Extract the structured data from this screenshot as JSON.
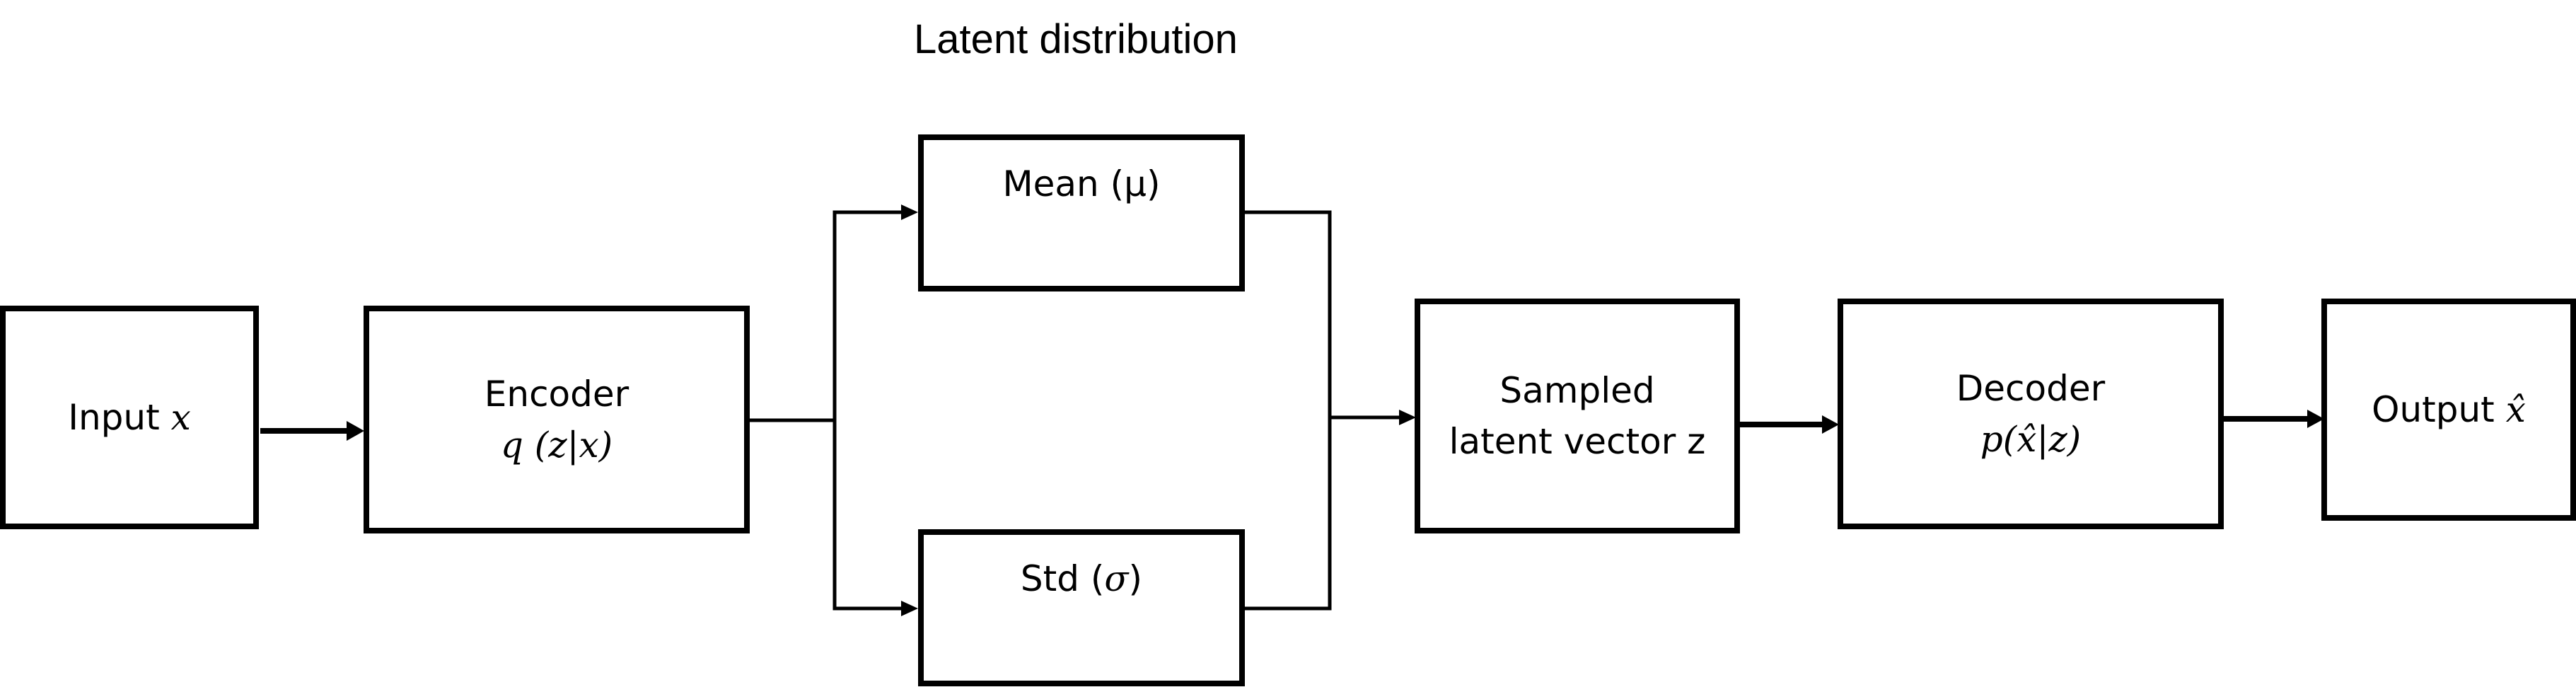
{
  "diagram": {
    "title": "Latent distribution",
    "nodes": {
      "input": {
        "label": "Input",
        "symbol": "x"
      },
      "encoder": {
        "label": "Encoder",
        "formula": "q (z|x)"
      },
      "mean": {
        "label": "Mean (μ)"
      },
      "std": {
        "label": "Std (",
        "symbol": "σ",
        "suffix": ")"
      },
      "sampled": {
        "line1": "Sampled",
        "line2": "latent vector z"
      },
      "decoder": {
        "label": "Decoder",
        "formula": "p(x̂|z)"
      },
      "output": {
        "label": "Output",
        "symbol": "x̂"
      }
    },
    "edges": [
      {
        "from": "input",
        "to": "encoder"
      },
      {
        "from": "encoder",
        "to": "mean"
      },
      {
        "from": "encoder",
        "to": "std"
      },
      {
        "from": "mean",
        "to": "sampled"
      },
      {
        "from": "std",
        "to": "sampled"
      },
      {
        "from": "sampled",
        "to": "decoder"
      },
      {
        "from": "decoder",
        "to": "output"
      }
    ]
  }
}
